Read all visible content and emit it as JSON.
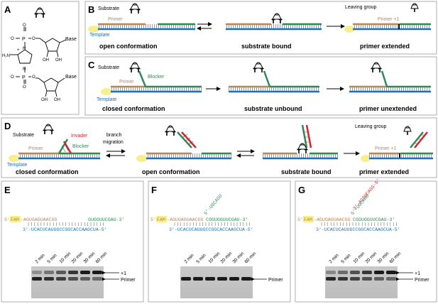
{
  "panels": {
    "a": {
      "label": "A",
      "base1": "Base",
      "base2": "Base",
      "oh": "OH",
      "h2n": "H₂N",
      "p": "P",
      "o": "O",
      "n": "N",
      "minus_o": "⁻O",
      "plus": "+"
    },
    "b": {
      "label": "B",
      "substrate": "Substrate",
      "primer": "Primer",
      "template": "Template",
      "leaving_group": "Leaving group",
      "primer_plus1": "Primer +1",
      "cap1": "open conformation",
      "cap2": "substrate bound",
      "cap3": "primer extended"
    },
    "c": {
      "label": "C",
      "substrate": "Substrate",
      "primer": "Primer",
      "blocker": "Blocker",
      "template": "Template",
      "cap1": "closed conformation",
      "cap2": "substrate unbound",
      "cap3": "primer unextended"
    },
    "d": {
      "label": "D",
      "substrate": "Substrate",
      "invader": "Invader",
      "blocker": "Blocker",
      "primer": "Primer",
      "template": "Template",
      "branch1": "branch",
      "branch2": "migration",
      "leaving_group": "Leaving group",
      "primer_plus1": "Primer +1",
      "cap1": "closed conformation",
      "cap2": "open conformation",
      "cap3": "substrate bound",
      "cap4": "primer extended"
    },
    "e": {
      "label": "E",
      "five": "5′-",
      "fam": "FAM",
      "primer_seq": "-AGUGAGUAACGG",
      "blocker_seq": "GUGGUUCGAU-3′",
      "template_seq": "3′-UCACUCAUUGCCGGCACCAAGCUA-5′",
      "lanes": [
        "2 min",
        "5 min",
        "10 min",
        "20 min",
        "30 min",
        "60 min"
      ],
      "band_plus1": "+1",
      "band_primer": "Primer",
      "extended_fraction": [
        0.1,
        0.25,
        0.4,
        0.6,
        0.75,
        0.9
      ]
    },
    "f": {
      "label": "F",
      "five": "5′-",
      "fam": "FAM",
      "primer_seq": "-AGUGAGUAACGG",
      "blocker_seq": "CGGUGGUUCGAU-3′",
      "blocker_tail": "5′-UGCAGU",
      "template_seq": "3′-UCACUCAUUGCCGGCACCAAGCUA-5′",
      "lanes": [
        "2 min",
        "5 min",
        "10 min",
        "20 min",
        "30 min",
        "60 min"
      ],
      "band_primer": "Primer",
      "extended_fraction": [
        0,
        0,
        0,
        0,
        0,
        0
      ]
    },
    "g": {
      "label": "G",
      "five": "5′-",
      "fam": "FAM",
      "primer_seq": "-AGUGAGUAACGG",
      "blocker_seq": "CGGUGGUUCGAU-3′",
      "blocker_tail": "5′-UGCAGU",
      "invader_seq": "3′-ACGUCAGG-5′",
      "template_seq": "3′-UCACUCAUUGCCGGCACCAAGCUA-5′",
      "lanes": [
        "2 min",
        "5 min",
        "10 min",
        "20 min",
        "30 min",
        "60 min"
      ],
      "band_plus1": "+1",
      "band_primer": "Primer",
      "extended_fraction": [
        0.15,
        0.3,
        0.45,
        0.6,
        0.75,
        0.85
      ]
    }
  },
  "colors": {
    "template": "#1a73b8",
    "primer": "#b8875a",
    "blocker": "#2e8a57",
    "invader": "#d8232a",
    "fam": "#f7ef8c",
    "black": "#000000"
  }
}
